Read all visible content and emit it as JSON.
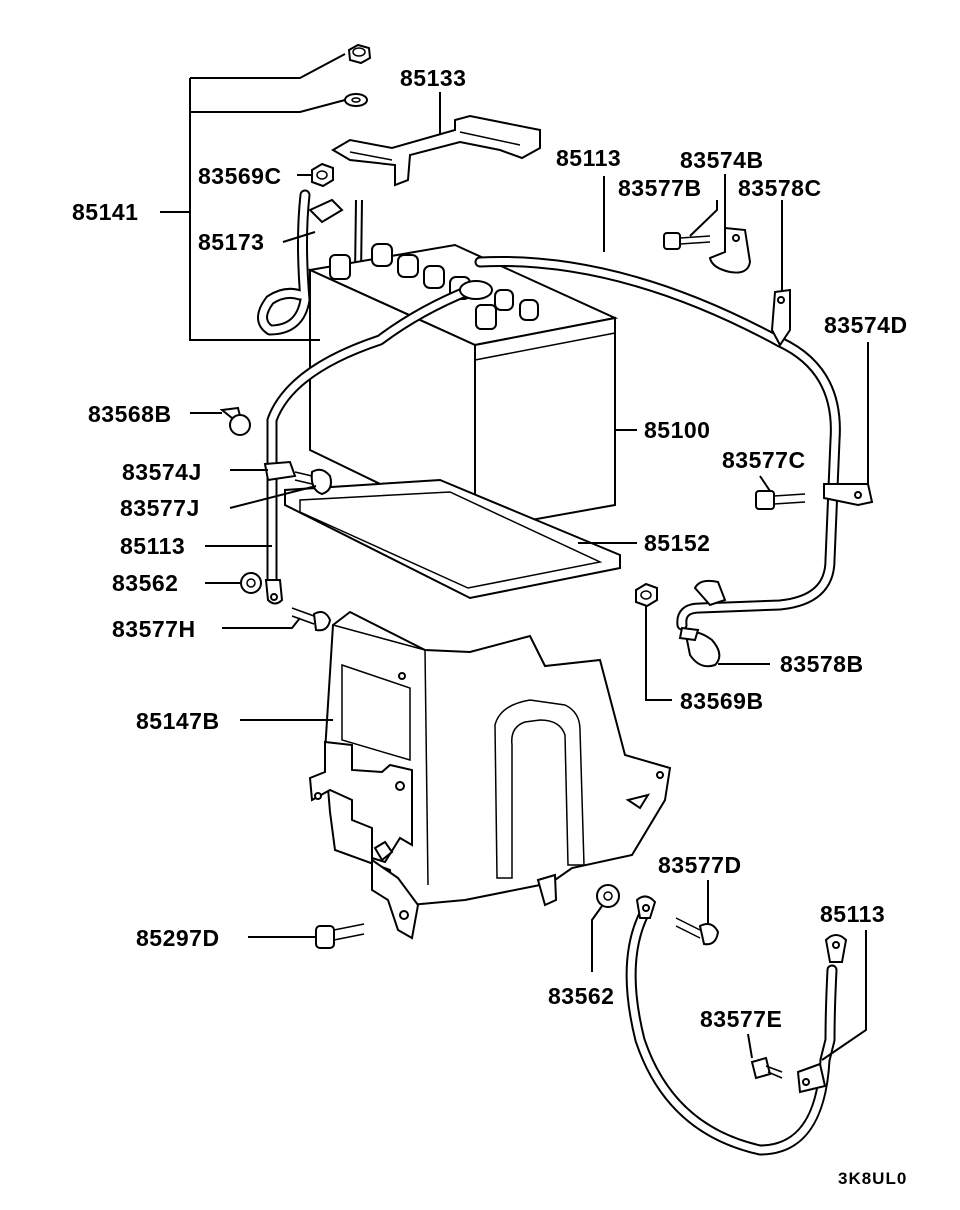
{
  "labels": {
    "p85133": "85133",
    "p83569C": "83569C",
    "p85141": "85141",
    "p85173": "85173",
    "p85113_top": "85113",
    "p83574B": "83574B",
    "p83577B": "83577B",
    "p83578C": "83578C",
    "p83574D": "83574D",
    "p83568B": "83568B",
    "p85100": "85100",
    "p83577C": "83577C",
    "p83574J": "83574J",
    "p83577J": "83577J",
    "p85113_left": "85113",
    "p85152": "85152",
    "p83562_left": "83562",
    "p83577H": "83577H",
    "p83578B": "83578B",
    "p83569B": "83569B",
    "p85147B": "85147B",
    "p83577D": "83577D",
    "p85297D": "85297D",
    "p85113_bottom": "85113",
    "p83562_bottom": "83562",
    "p83577E": "83577E"
  },
  "diagram_code": "3K8UL0"
}
